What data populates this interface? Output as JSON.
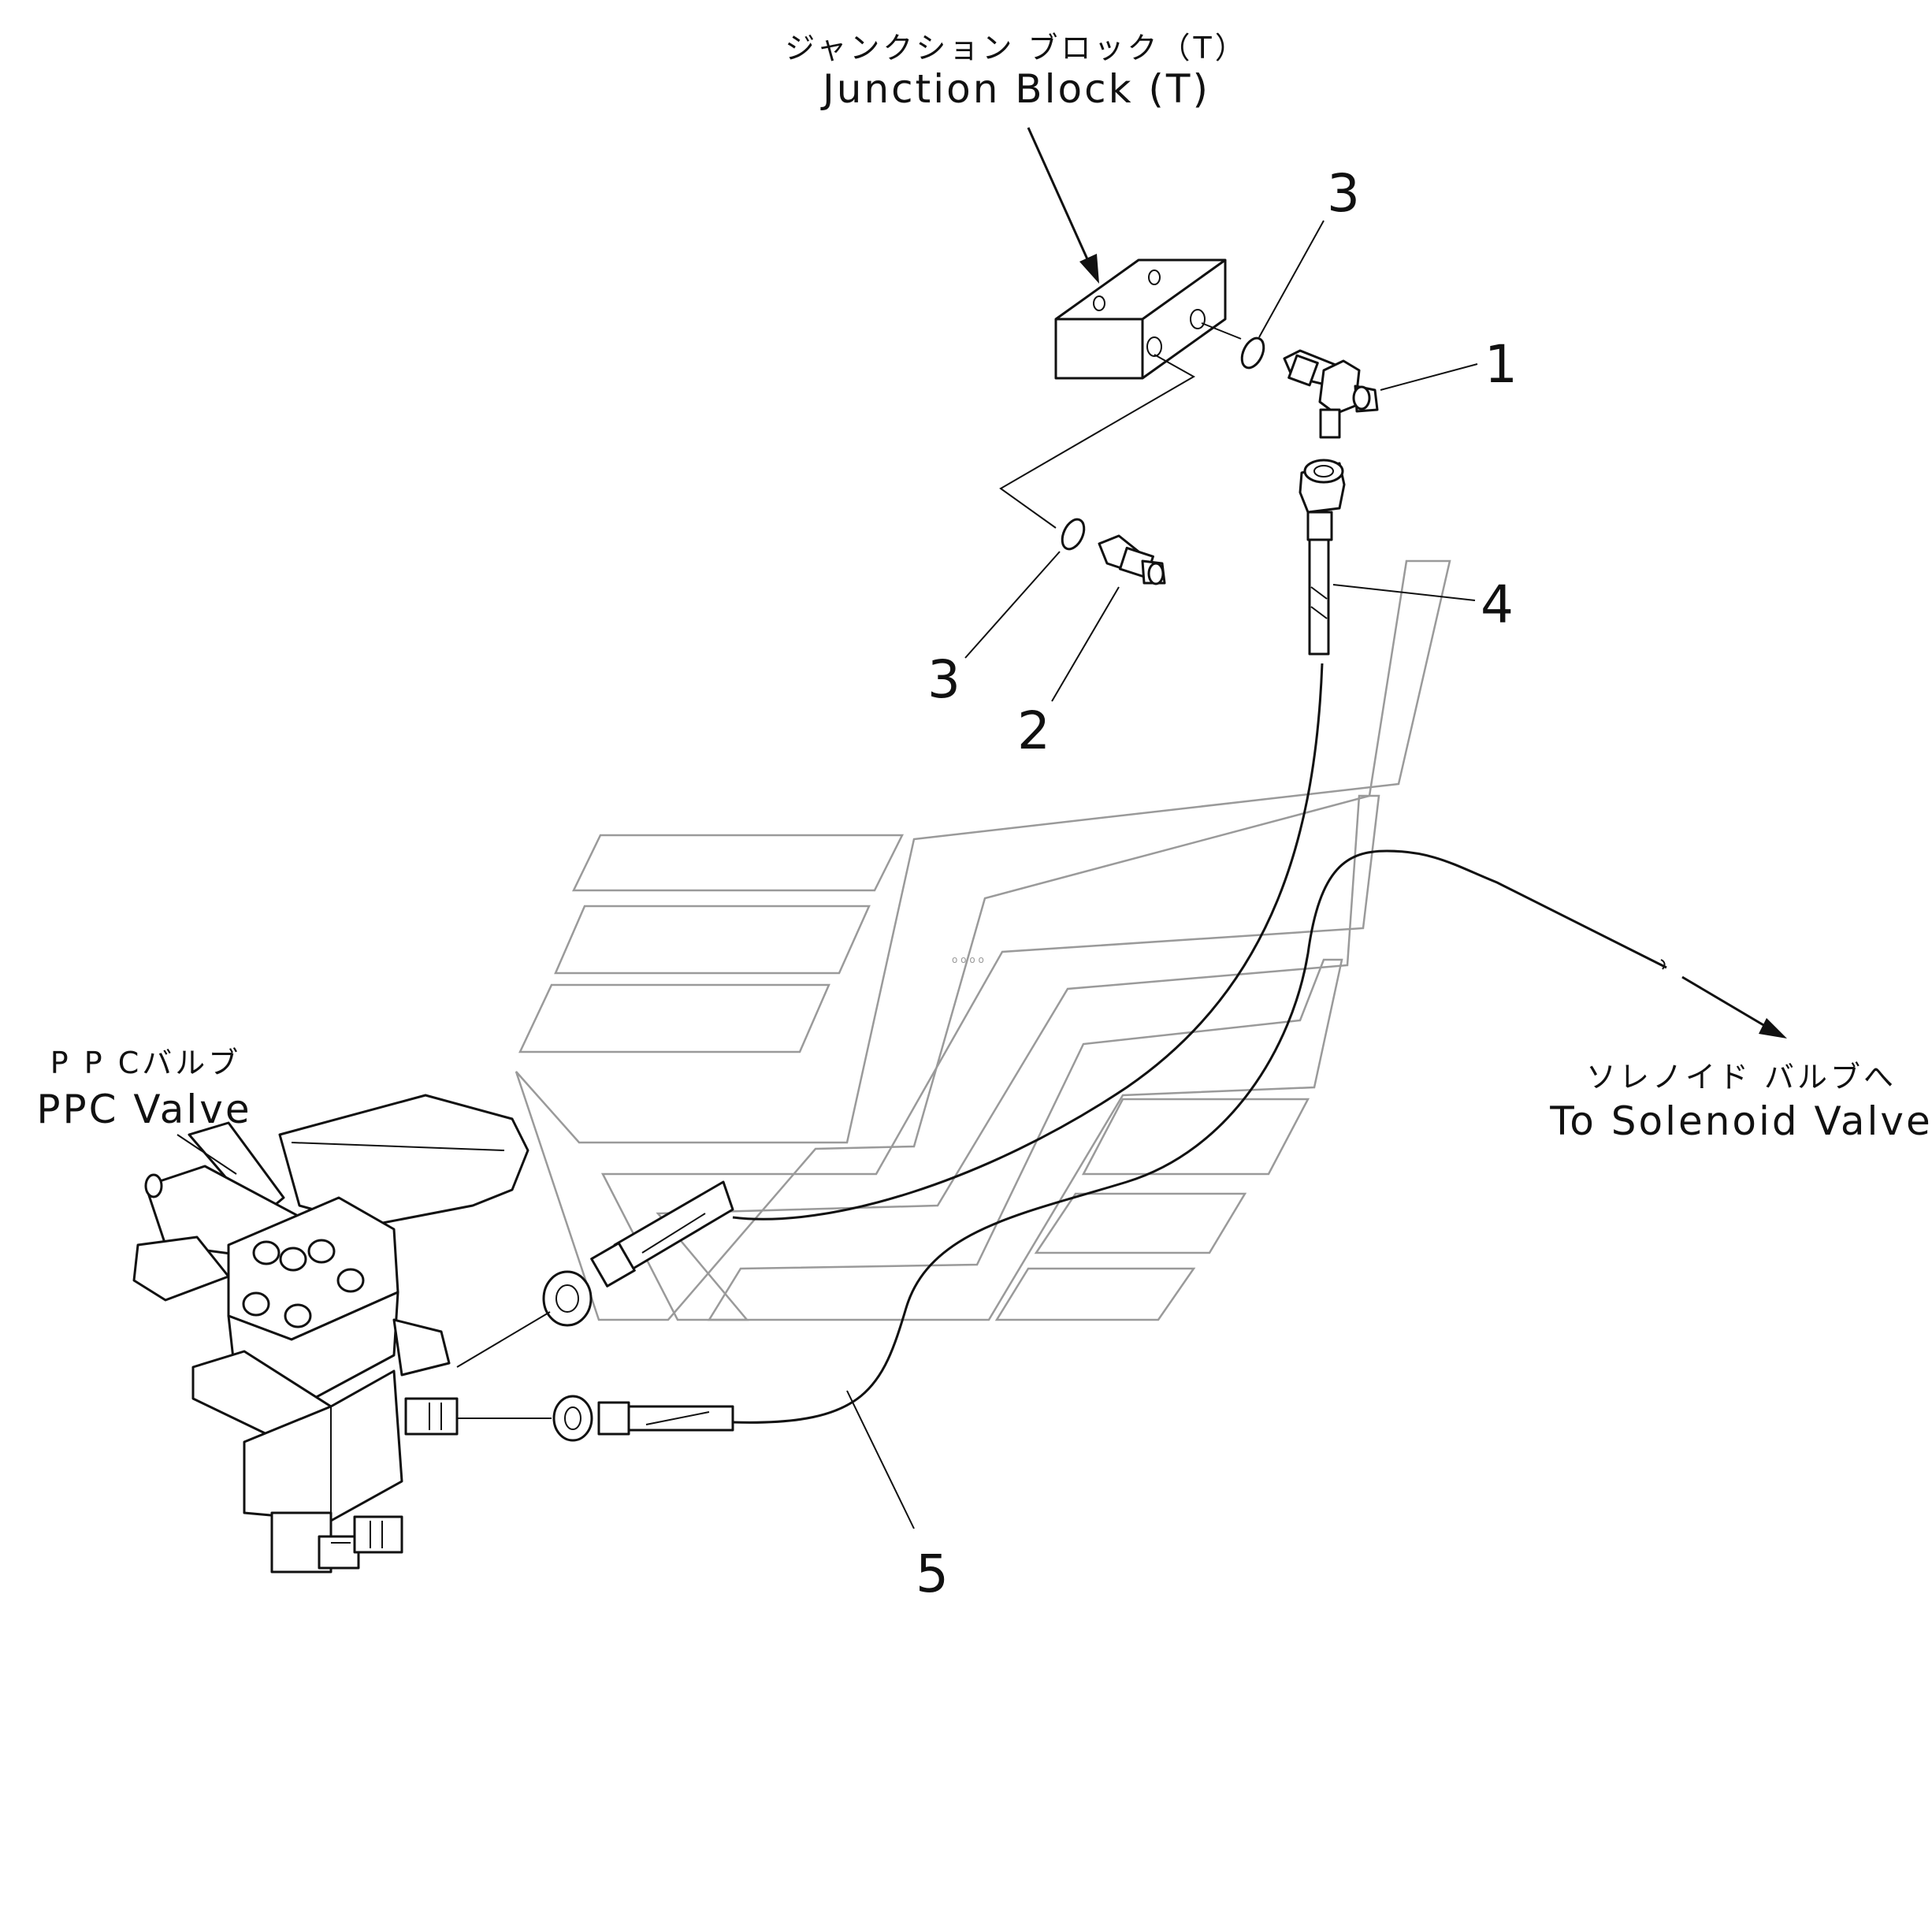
{
  "labels": {
    "junction_block_jp": "ジャンクション ブロック（T）",
    "junction_block_en": "Junction Block (T)",
    "ppc_valve_jp": "P P Cバルブ",
    "ppc_valve_en": "PPC Valve",
    "solenoid_jp": "ソレノイド バルブへ",
    "solenoid_en": "To Solenoid Valve"
  },
  "callouts": {
    "c1": "1",
    "c2": "2",
    "c3_top": "3",
    "c3_bottom": "3",
    "c4": "4",
    "c5": "5"
  }
}
